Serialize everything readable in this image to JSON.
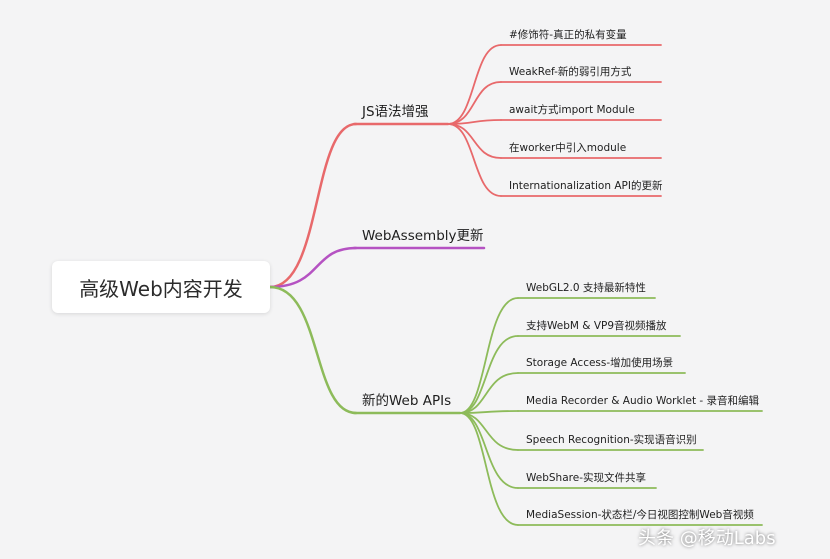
{
  "root": {
    "label": "高级Web内容开发"
  },
  "branches": [
    {
      "label": "JS语法增强",
      "color": "#e8696b",
      "children": [
        "#修饰符-真正的私有变量",
        "WeakRef-新的弱引用方式",
        "await方式import Module",
        "在worker中引入module",
        "Internationalization API的更新"
      ]
    },
    {
      "label": "WebAssembly更新",
      "color": "#b552c2",
      "children": []
    },
    {
      "label": "新的Web APIs",
      "color": "#8dbb5a",
      "children": [
        "WebGL2.0 支持最新特性",
        "支持WebM & VP9音视频播放",
        "Storage Access-增加使用场景",
        "Media Recorder & Audio Worklet - 录音和编辑",
        "Speech Recognition-实现语音识别",
        "WebShare-实现文件共享",
        "MediaSession-状态栏/今日视图控制Web音视频"
      ]
    }
  ],
  "watermark": "头条 @移动Labs"
}
